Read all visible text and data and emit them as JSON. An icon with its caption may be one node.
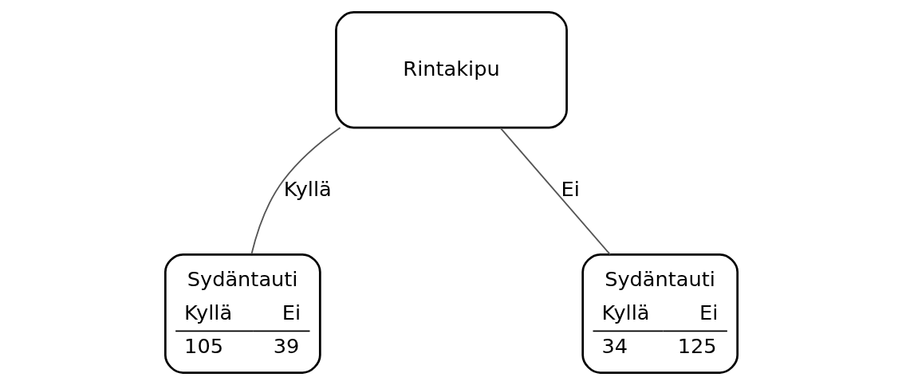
{
  "diagram": {
    "nodes": [
      {
        "text": [
          "Rintakipu"
        ]
      },
      {
        "text": [
          "Sydäntauti",
          "Kyllä",
          "Ei",
          "105",
          "39"
        ]
      },
      {
        "text": [
          "Sydäntauti",
          "Kyllä",
          "Ei",
          "34",
          "125"
        ]
      }
    ],
    "edges": [
      {
        "from": 0,
        "to": 1,
        "arrow": "none",
        "label": "Kyllä"
      },
      {
        "from": 0,
        "to": 2,
        "arrow": "none",
        "label": "Ei"
      }
    ]
  }
}
